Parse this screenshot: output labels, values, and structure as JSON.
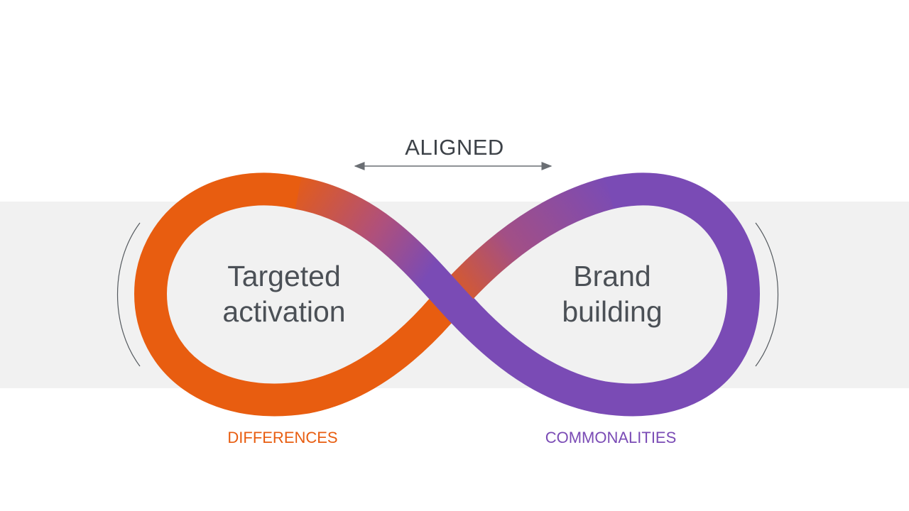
{
  "header": {
    "aligned_label": "ALIGNED"
  },
  "loops": {
    "left": {
      "line1": "Targeted",
      "line2": "activation"
    },
    "right": {
      "line1": "Brand",
      "line2": "building"
    }
  },
  "footer": {
    "left_label": "DIFFERENCES",
    "right_label": "COMMONALITIES"
  },
  "colors": {
    "orange": "#e85d10",
    "purple": "#7a4bb5",
    "band": "#f1f1f1",
    "text": "#4b5056"
  }
}
